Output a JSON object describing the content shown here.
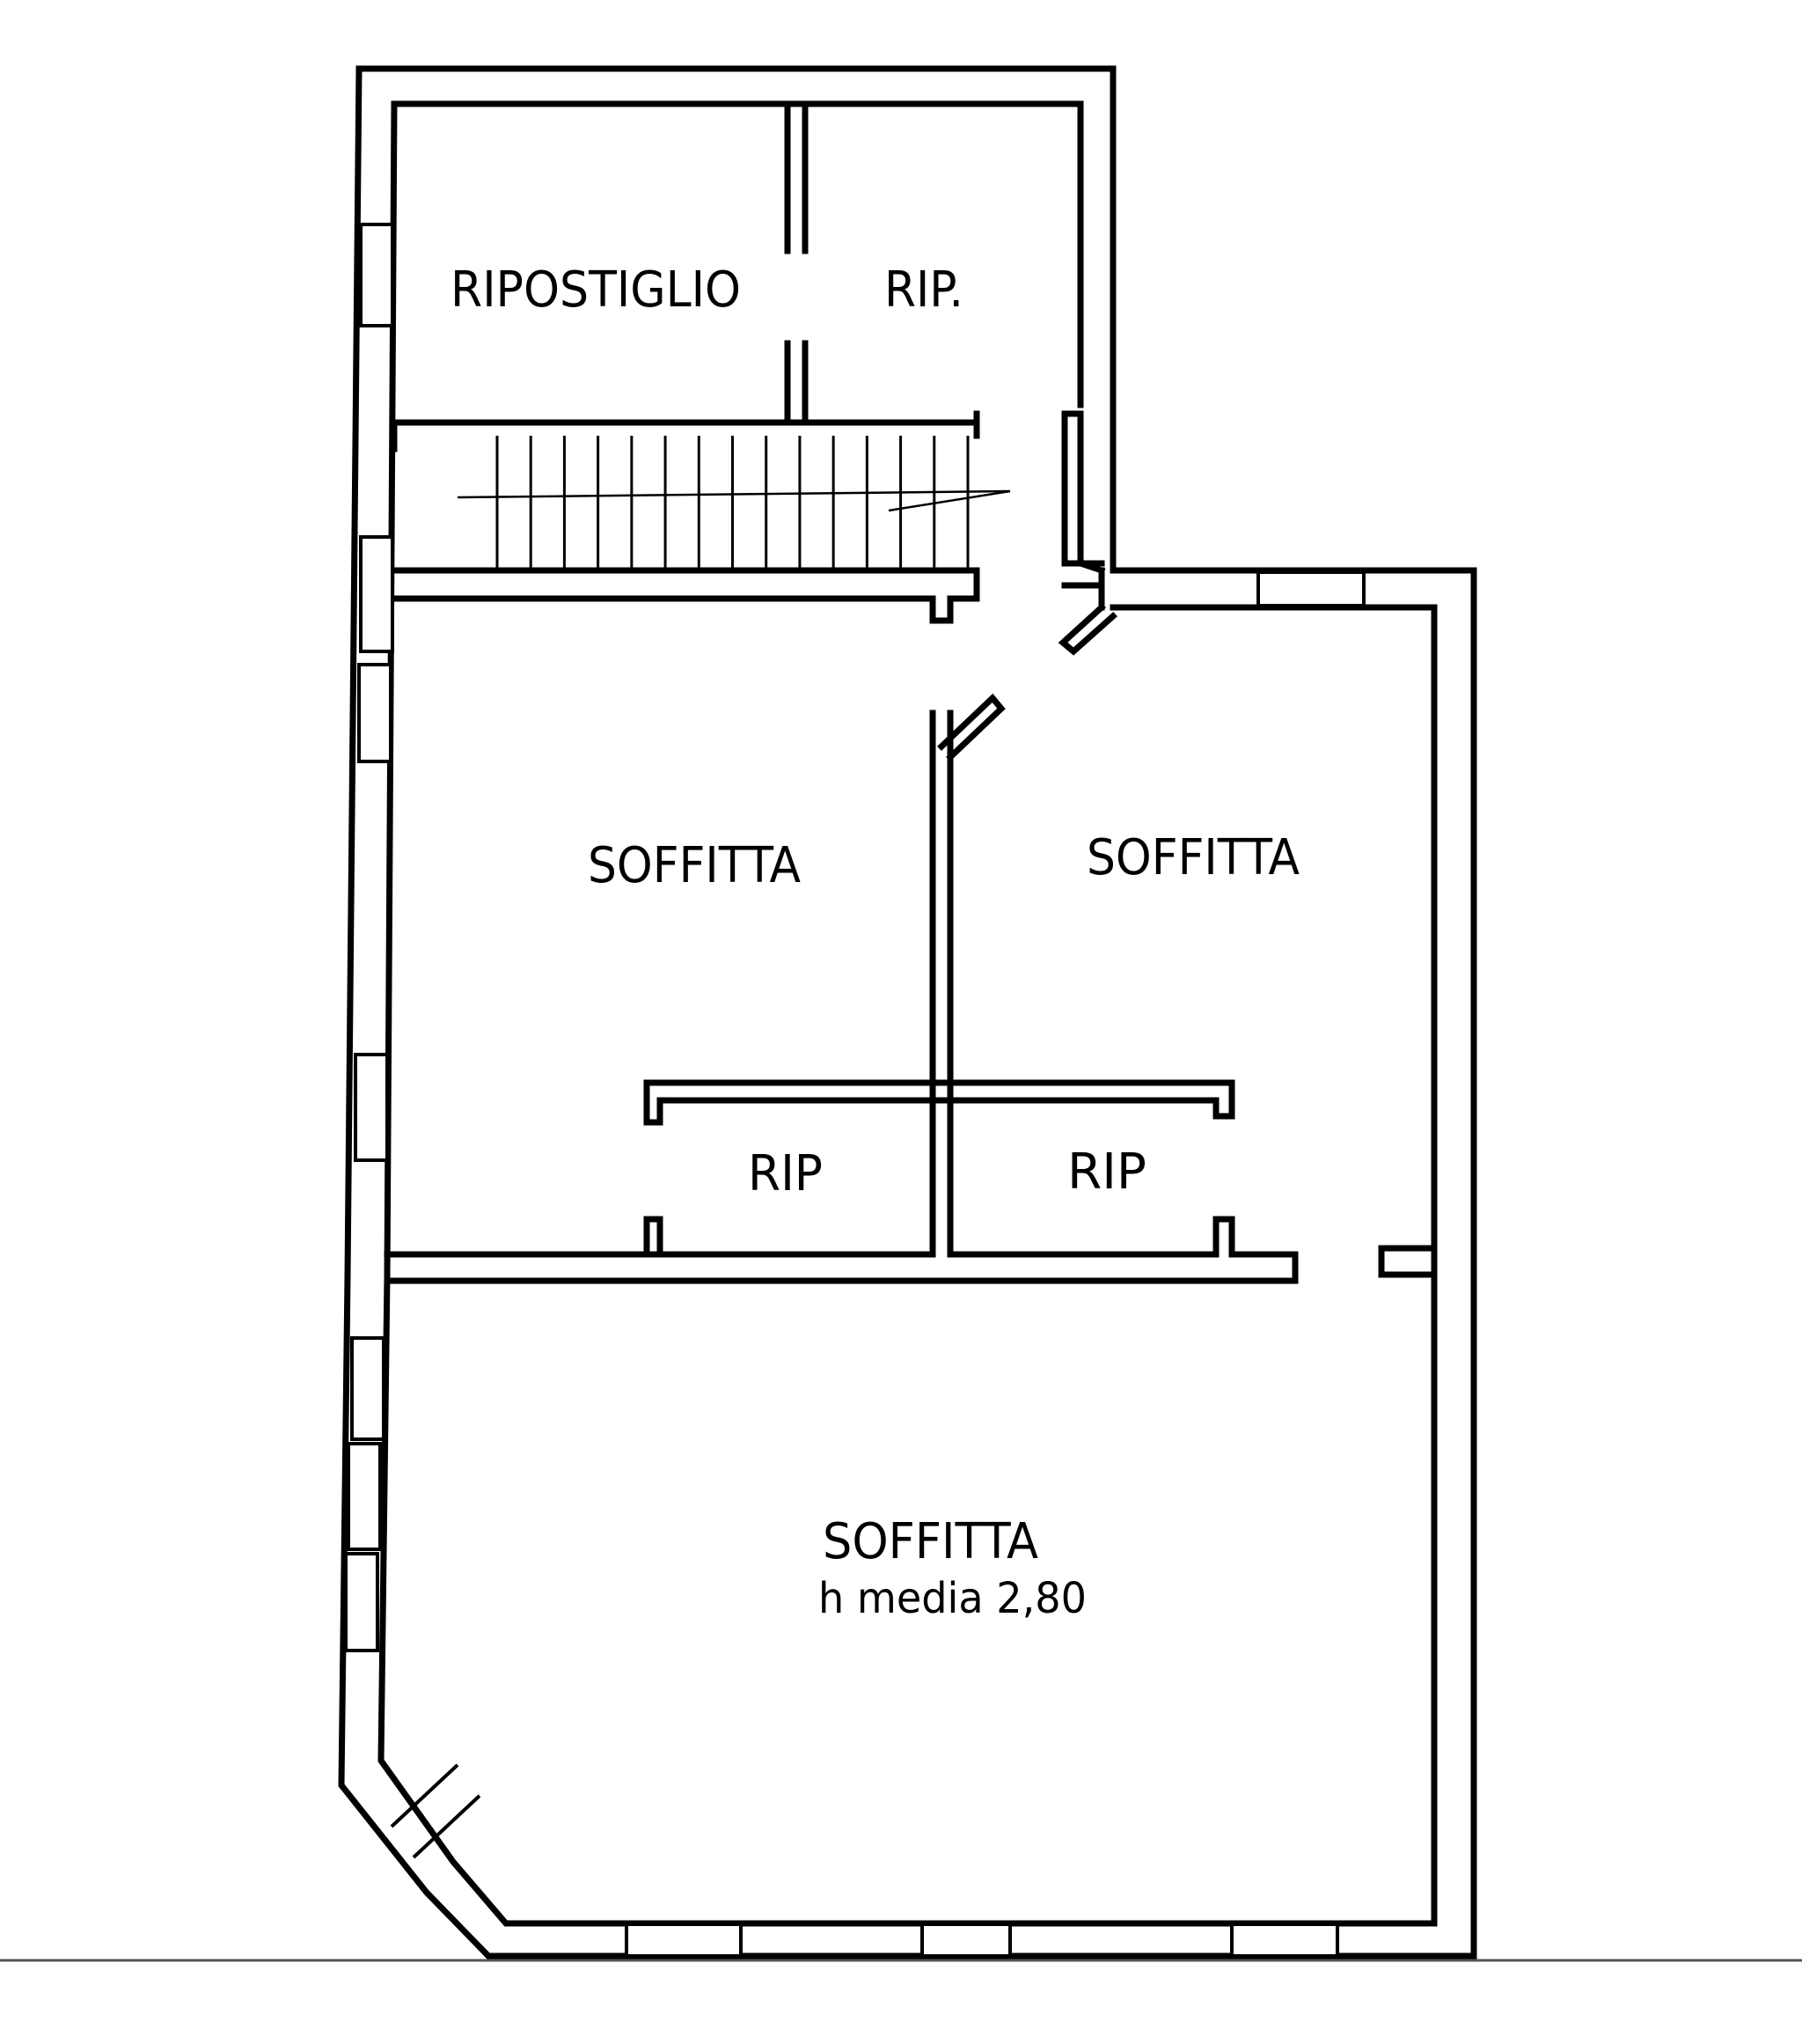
{
  "rooms": {
    "ripostiglio": "RIPOSTIGLIO",
    "rip_top": "RIP.",
    "soffitta_left": "SOFFITTA",
    "soffitta_right": "SOFFITTA",
    "rip_center_left": "RIP",
    "rip_center_right": "RIP",
    "soffitta_bottom": "SOFFITTA",
    "soffitta_bottom_height": "h media  2,80"
  }
}
